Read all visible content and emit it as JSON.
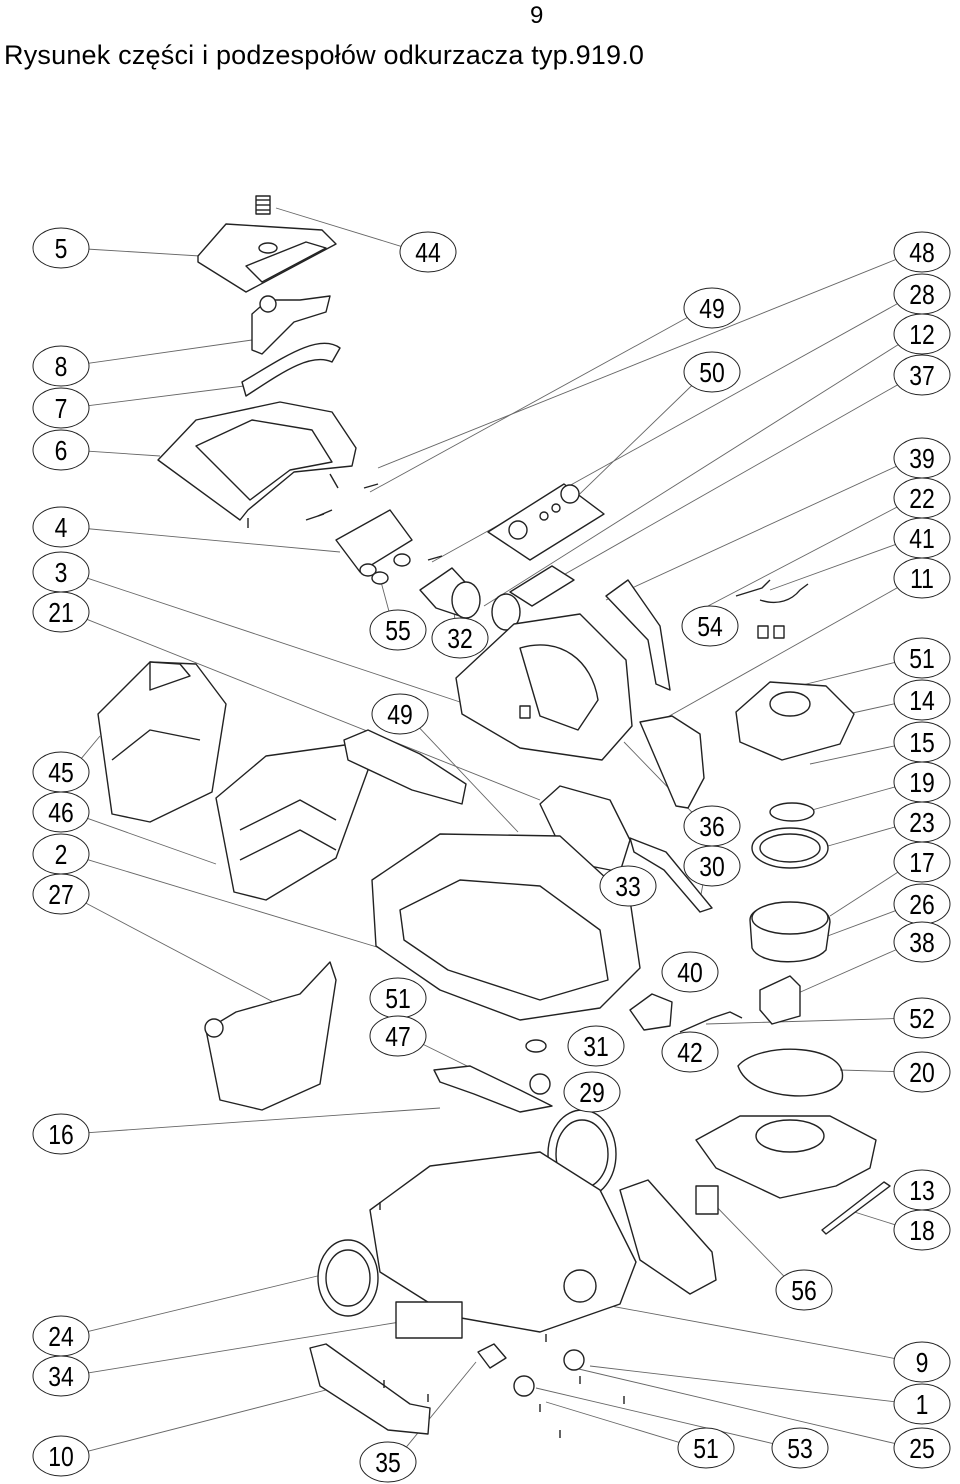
{
  "page_number": "9",
  "title": "Rysunek części i podzespołów odkurzacza typ.919.0",
  "callouts": [
    {
      "id": "c5",
      "label": "5"
    },
    {
      "id": "c44",
      "label": "44"
    },
    {
      "id": "c48",
      "label": "48"
    },
    {
      "id": "c49a",
      "label": "49"
    },
    {
      "id": "c28",
      "label": "28"
    },
    {
      "id": "c8",
      "label": "8"
    },
    {
      "id": "c12",
      "label": "12"
    },
    {
      "id": "c50",
      "label": "50"
    },
    {
      "id": "c37",
      "label": "37"
    },
    {
      "id": "c7",
      "label": "7"
    },
    {
      "id": "c6",
      "label": "6"
    },
    {
      "id": "c39",
      "label": "39"
    },
    {
      "id": "c22",
      "label": "22"
    },
    {
      "id": "c4",
      "label": "4"
    },
    {
      "id": "c41",
      "label": "41"
    },
    {
      "id": "c3",
      "label": "3"
    },
    {
      "id": "c11",
      "label": "11"
    },
    {
      "id": "c21",
      "label": "21"
    },
    {
      "id": "c55",
      "label": "55"
    },
    {
      "id": "c32",
      "label": "32"
    },
    {
      "id": "c54",
      "label": "54"
    },
    {
      "id": "c51a",
      "label": "51"
    },
    {
      "id": "c49b",
      "label": "49"
    },
    {
      "id": "c14",
      "label": "14"
    },
    {
      "id": "c15",
      "label": "15"
    },
    {
      "id": "c45",
      "label": "45"
    },
    {
      "id": "c19",
      "label": "19"
    },
    {
      "id": "c46",
      "label": "46"
    },
    {
      "id": "c36",
      "label": "36"
    },
    {
      "id": "c23",
      "label": "23"
    },
    {
      "id": "c2",
      "label": "2"
    },
    {
      "id": "c30",
      "label": "30"
    },
    {
      "id": "c17",
      "label": "17"
    },
    {
      "id": "c27",
      "label": "27"
    },
    {
      "id": "c33",
      "label": "33"
    },
    {
      "id": "c26",
      "label": "26"
    },
    {
      "id": "c38",
      "label": "38"
    },
    {
      "id": "c40",
      "label": "40"
    },
    {
      "id": "c51b",
      "label": "51"
    },
    {
      "id": "c52",
      "label": "52"
    },
    {
      "id": "c47",
      "label": "47"
    },
    {
      "id": "c31",
      "label": "31"
    },
    {
      "id": "c42",
      "label": "42"
    },
    {
      "id": "c20",
      "label": "20"
    },
    {
      "id": "c29",
      "label": "29"
    },
    {
      "id": "c16",
      "label": "16"
    },
    {
      "id": "c13",
      "label": "13"
    },
    {
      "id": "c18",
      "label": "18"
    },
    {
      "id": "c56",
      "label": "56"
    },
    {
      "id": "c24",
      "label": "24"
    },
    {
      "id": "c34",
      "label": "34"
    },
    {
      "id": "c9",
      "label": "9"
    },
    {
      "id": "c1",
      "label": "1"
    },
    {
      "id": "c10",
      "label": "10"
    },
    {
      "id": "c35",
      "label": "35"
    },
    {
      "id": "c51c",
      "label": "51"
    },
    {
      "id": "c53",
      "label": "53"
    },
    {
      "id": "c25",
      "label": "25"
    }
  ]
}
